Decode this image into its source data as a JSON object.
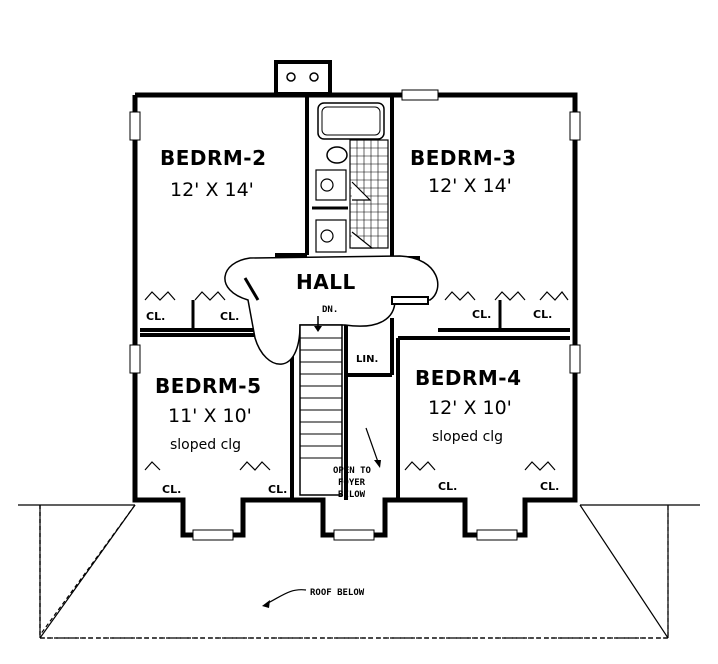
{
  "rooms": {
    "bedrm2": {
      "name": "BEDRM-2",
      "size": "12' X 14'"
    },
    "bedrm3": {
      "name": "BEDRM-3",
      "size": "12' X 14'"
    },
    "bedrm4": {
      "name": "BEDRM-4",
      "size": "12' X 10'",
      "note": "sloped clg"
    },
    "bedrm5": {
      "name": "BEDRM-5",
      "size": "11' X 10'",
      "note": "sloped clg"
    },
    "hall": {
      "name": "HALL"
    }
  },
  "labels": {
    "closet": "CL.",
    "linen": "LIN.",
    "down": "DN.",
    "open_to_foyer": [
      "OPEN TO",
      "FOYER",
      "BELOW"
    ],
    "roof_below": "ROOF BELOW"
  }
}
